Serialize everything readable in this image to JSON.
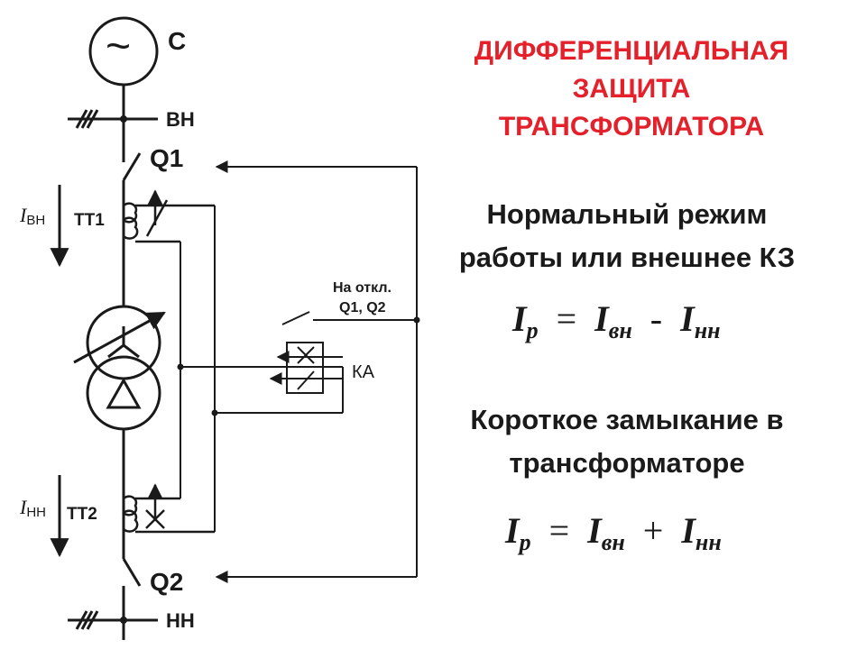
{
  "title": {
    "line1": "ДИФФЕРЕНЦИАЛЬНАЯ",
    "line2": "ЗАЩИТА",
    "line3": "ТРАНСФОРМАТОРА"
  },
  "normal": {
    "line1": "Нормальный режим",
    "line2": "работы или внешнее КЗ"
  },
  "fault": {
    "line1": "Короткое замыкание в",
    "line2": "трансформаторе"
  },
  "formula_normal": {
    "lhs": "I",
    "lhs_sub": "р",
    "eq": "=",
    "a": "I",
    "a_sub": "вн",
    "op": "-",
    "b": "I",
    "b_sub": "нн"
  },
  "formula_fault": {
    "lhs": "I",
    "lhs_sub": "р",
    "eq": "=",
    "a": "I",
    "a_sub": "вн",
    "op": "+",
    "b": "I",
    "b_sub": "нн"
  },
  "labels": {
    "source": "С",
    "hv_bus": "ВН",
    "lv_bus": "НН",
    "q1": "Q1",
    "q2": "Q2",
    "tt1": "ТТ1",
    "tt2": "ТТ2",
    "ka": "КА",
    "trip_line1": "На откл.",
    "trip_line2": "Q1, Q2",
    "i_hv": "I",
    "i_hv_sub": "ВН",
    "i_lv": "I",
    "i_lv_sub": "НН",
    "source_symbol": "~"
  },
  "colors": {
    "title": "#e4202a",
    "lines": "#1a1a1a"
  }
}
